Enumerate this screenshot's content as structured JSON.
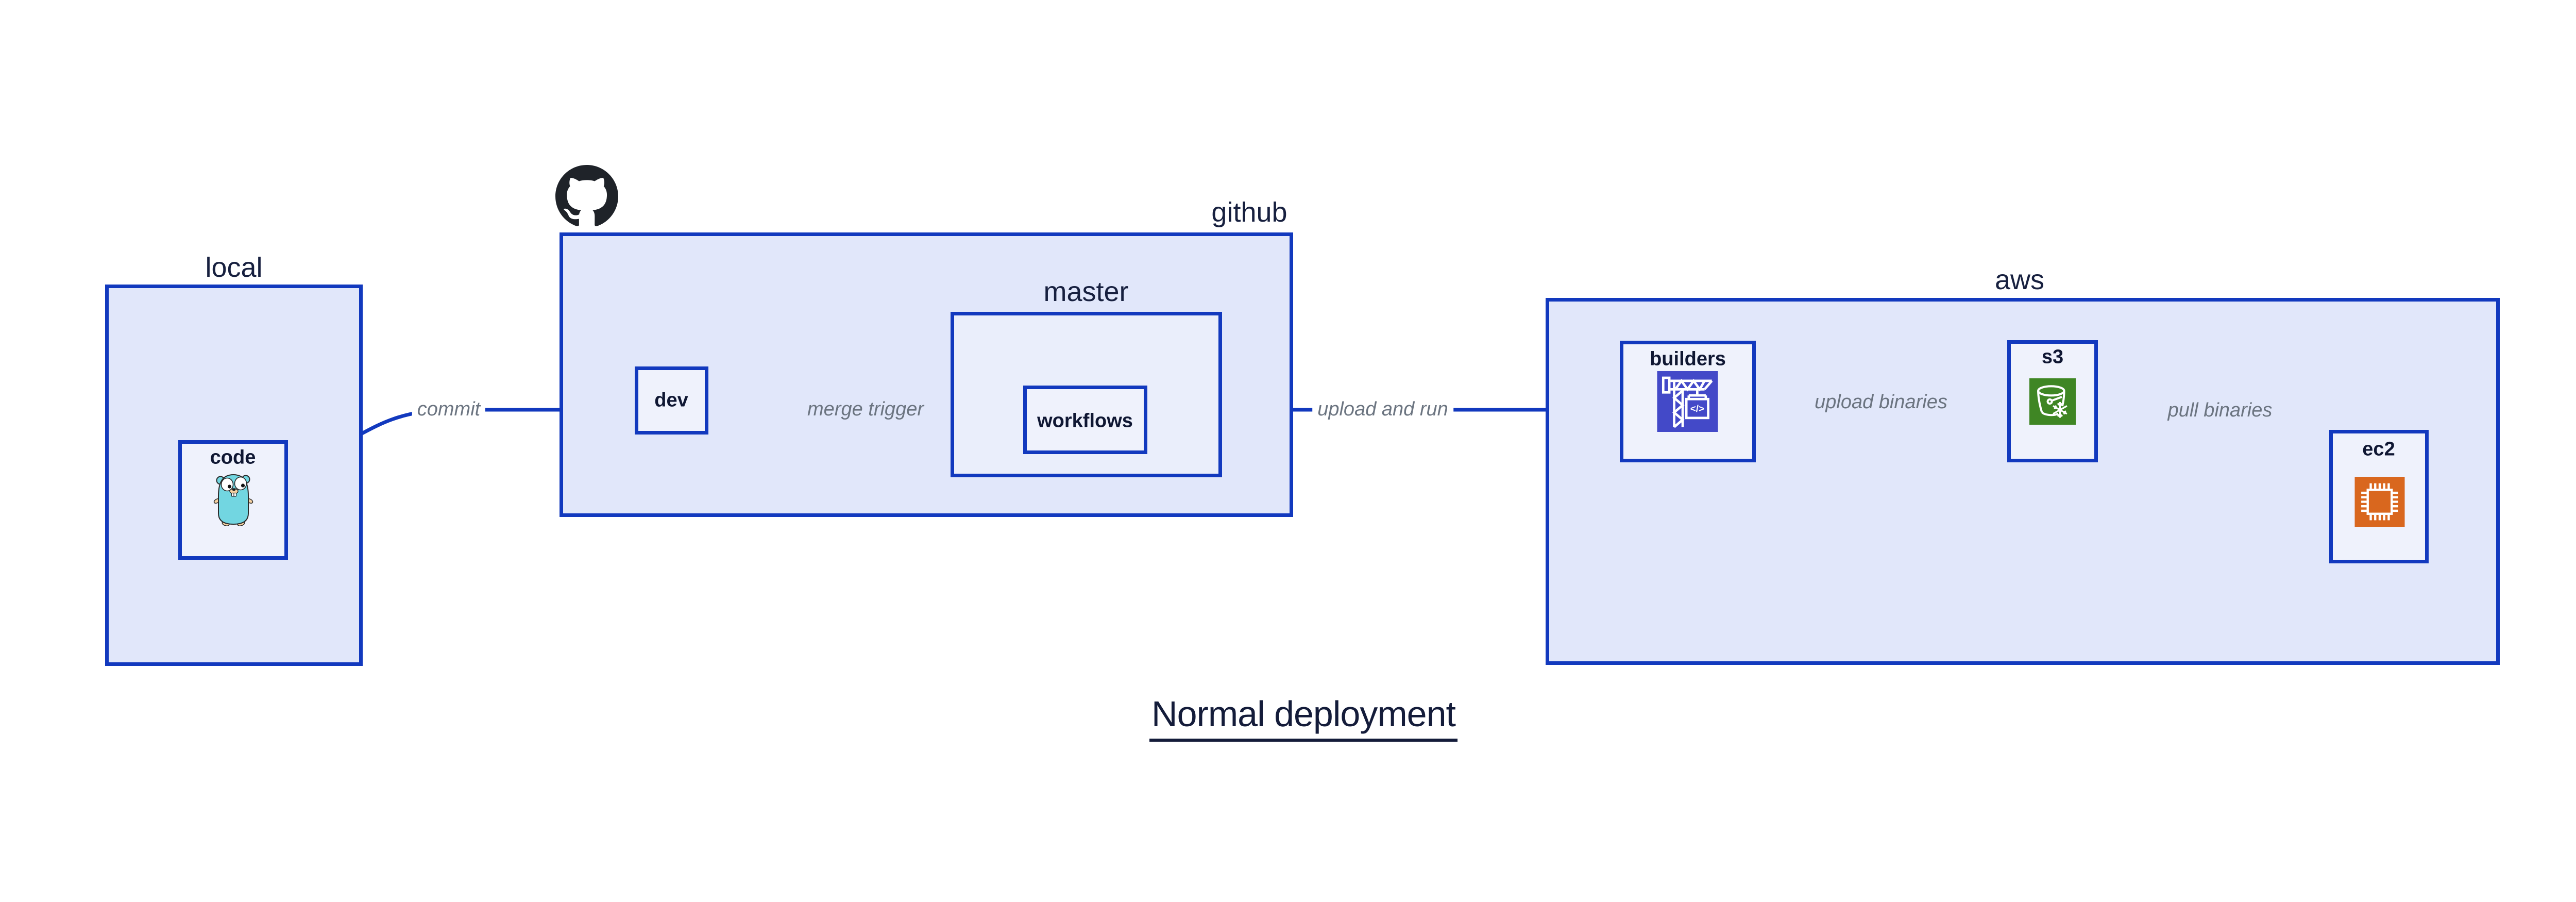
{
  "title": {
    "text": "Normal deployment"
  },
  "containers": {
    "local": {
      "label": "local"
    },
    "github": {
      "label": "github"
    },
    "master": {
      "label": "master"
    },
    "aws": {
      "label": "aws"
    }
  },
  "nodes": {
    "code": {
      "label": "code",
      "icon": "go-gopher-icon"
    },
    "dev": {
      "label": "dev"
    },
    "workflows": {
      "label": "workflows"
    },
    "builders": {
      "label": "builders",
      "icon": "codebuild-crane-icon",
      "icon_text": "</>"
    },
    "s3": {
      "label": "s3",
      "icon": "s3-glacier-bucket-icon"
    },
    "ec2": {
      "label": "ec2",
      "icon": "ec2-chip-icon"
    }
  },
  "edges": {
    "commit": {
      "label": "commit",
      "from": "code",
      "to": "dev"
    },
    "merge_trigger": {
      "label": "merge trigger",
      "from": "dev",
      "to": "workflows"
    },
    "upload_and_run": {
      "label": "upload and run",
      "from": "workflows",
      "to": "builders"
    },
    "upload_binaries": {
      "label": "upload binaries",
      "from": "builders",
      "to": "s3"
    },
    "pull_binaries": {
      "label": "pull binaries",
      "from": "s3",
      "to": "ec2"
    }
  },
  "icons": {
    "header": "github-octocat-icon"
  },
  "colors": {
    "line_blue": "#1239be",
    "container_fill": "#e1e7fa",
    "master_fill": "#eaeefb",
    "node_fill": "#eff2fc",
    "edge_label_gray": "#6b7480",
    "text_navy": "#141c3a",
    "octocat_black": "#1f2329",
    "codebuild_indigo": "#4349c8",
    "s3_green": "#3f8624",
    "ec2_orange": "#d9671e",
    "gopher_cyan": "#72d6e1"
  }
}
